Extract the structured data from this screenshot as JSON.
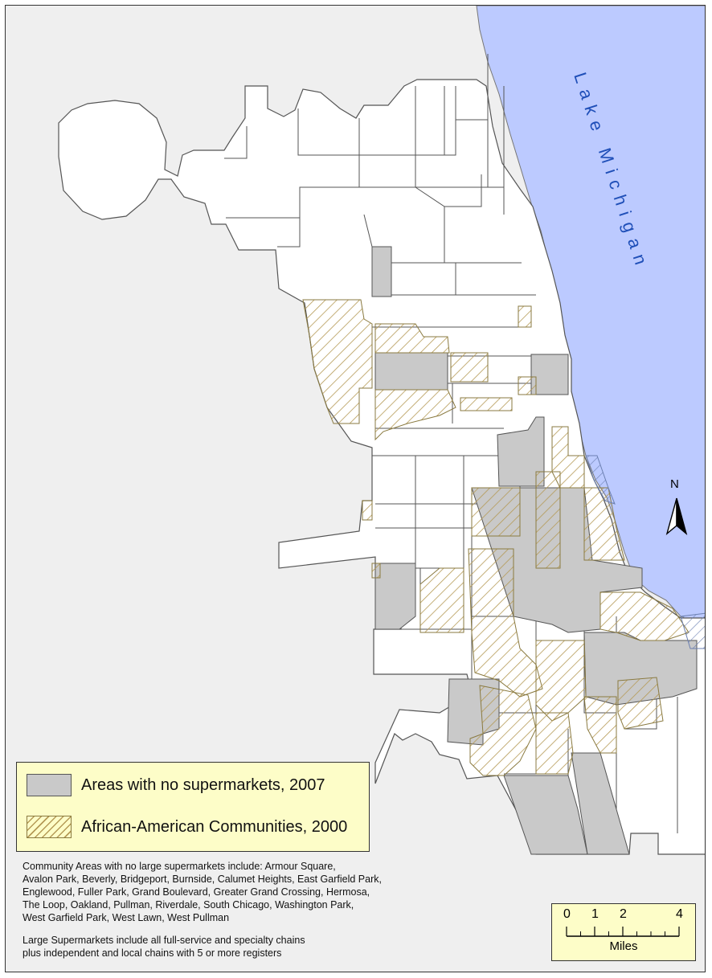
{
  "map": {
    "water_label": "Lake Michigan",
    "north_label": "N",
    "colors": {
      "background": "#efefef",
      "water": "#bccaff",
      "land": "#ffffff",
      "no_supermarket": "#c9c9c9",
      "hatch": "#b59a56",
      "border": "#555555"
    }
  },
  "legend": {
    "items": [
      {
        "label": "Areas with no supermarkets, 2007",
        "swatch": "gray"
      },
      {
        "label": "African-American Communities, 2000",
        "swatch": "hatch"
      }
    ]
  },
  "notes": {
    "no_supermarket_list": [
      "Community Areas with no large supermarkets include: Armour Square,",
      "Avalon Park, Beverly, Bridgeport, Burnside, Calumet Heights, East Garfield Park,",
      "Englewood, Fuller Park, Grand Boulevard, Greater Grand Crossing, Hermosa,",
      "The Loop, Oakland, Pullman, Riverdale, South Chicago, Washington Park,",
      "West Garfield Park, West Lawn, West Pullman"
    ],
    "definition": [
      "Large Supermarkets include all full-service and specialty chains",
      "plus independent and local chains with 5 or more registers"
    ]
  },
  "scale_bar": {
    "ticks": [
      "0",
      "1",
      "2",
      "4"
    ],
    "unit": "Miles"
  }
}
